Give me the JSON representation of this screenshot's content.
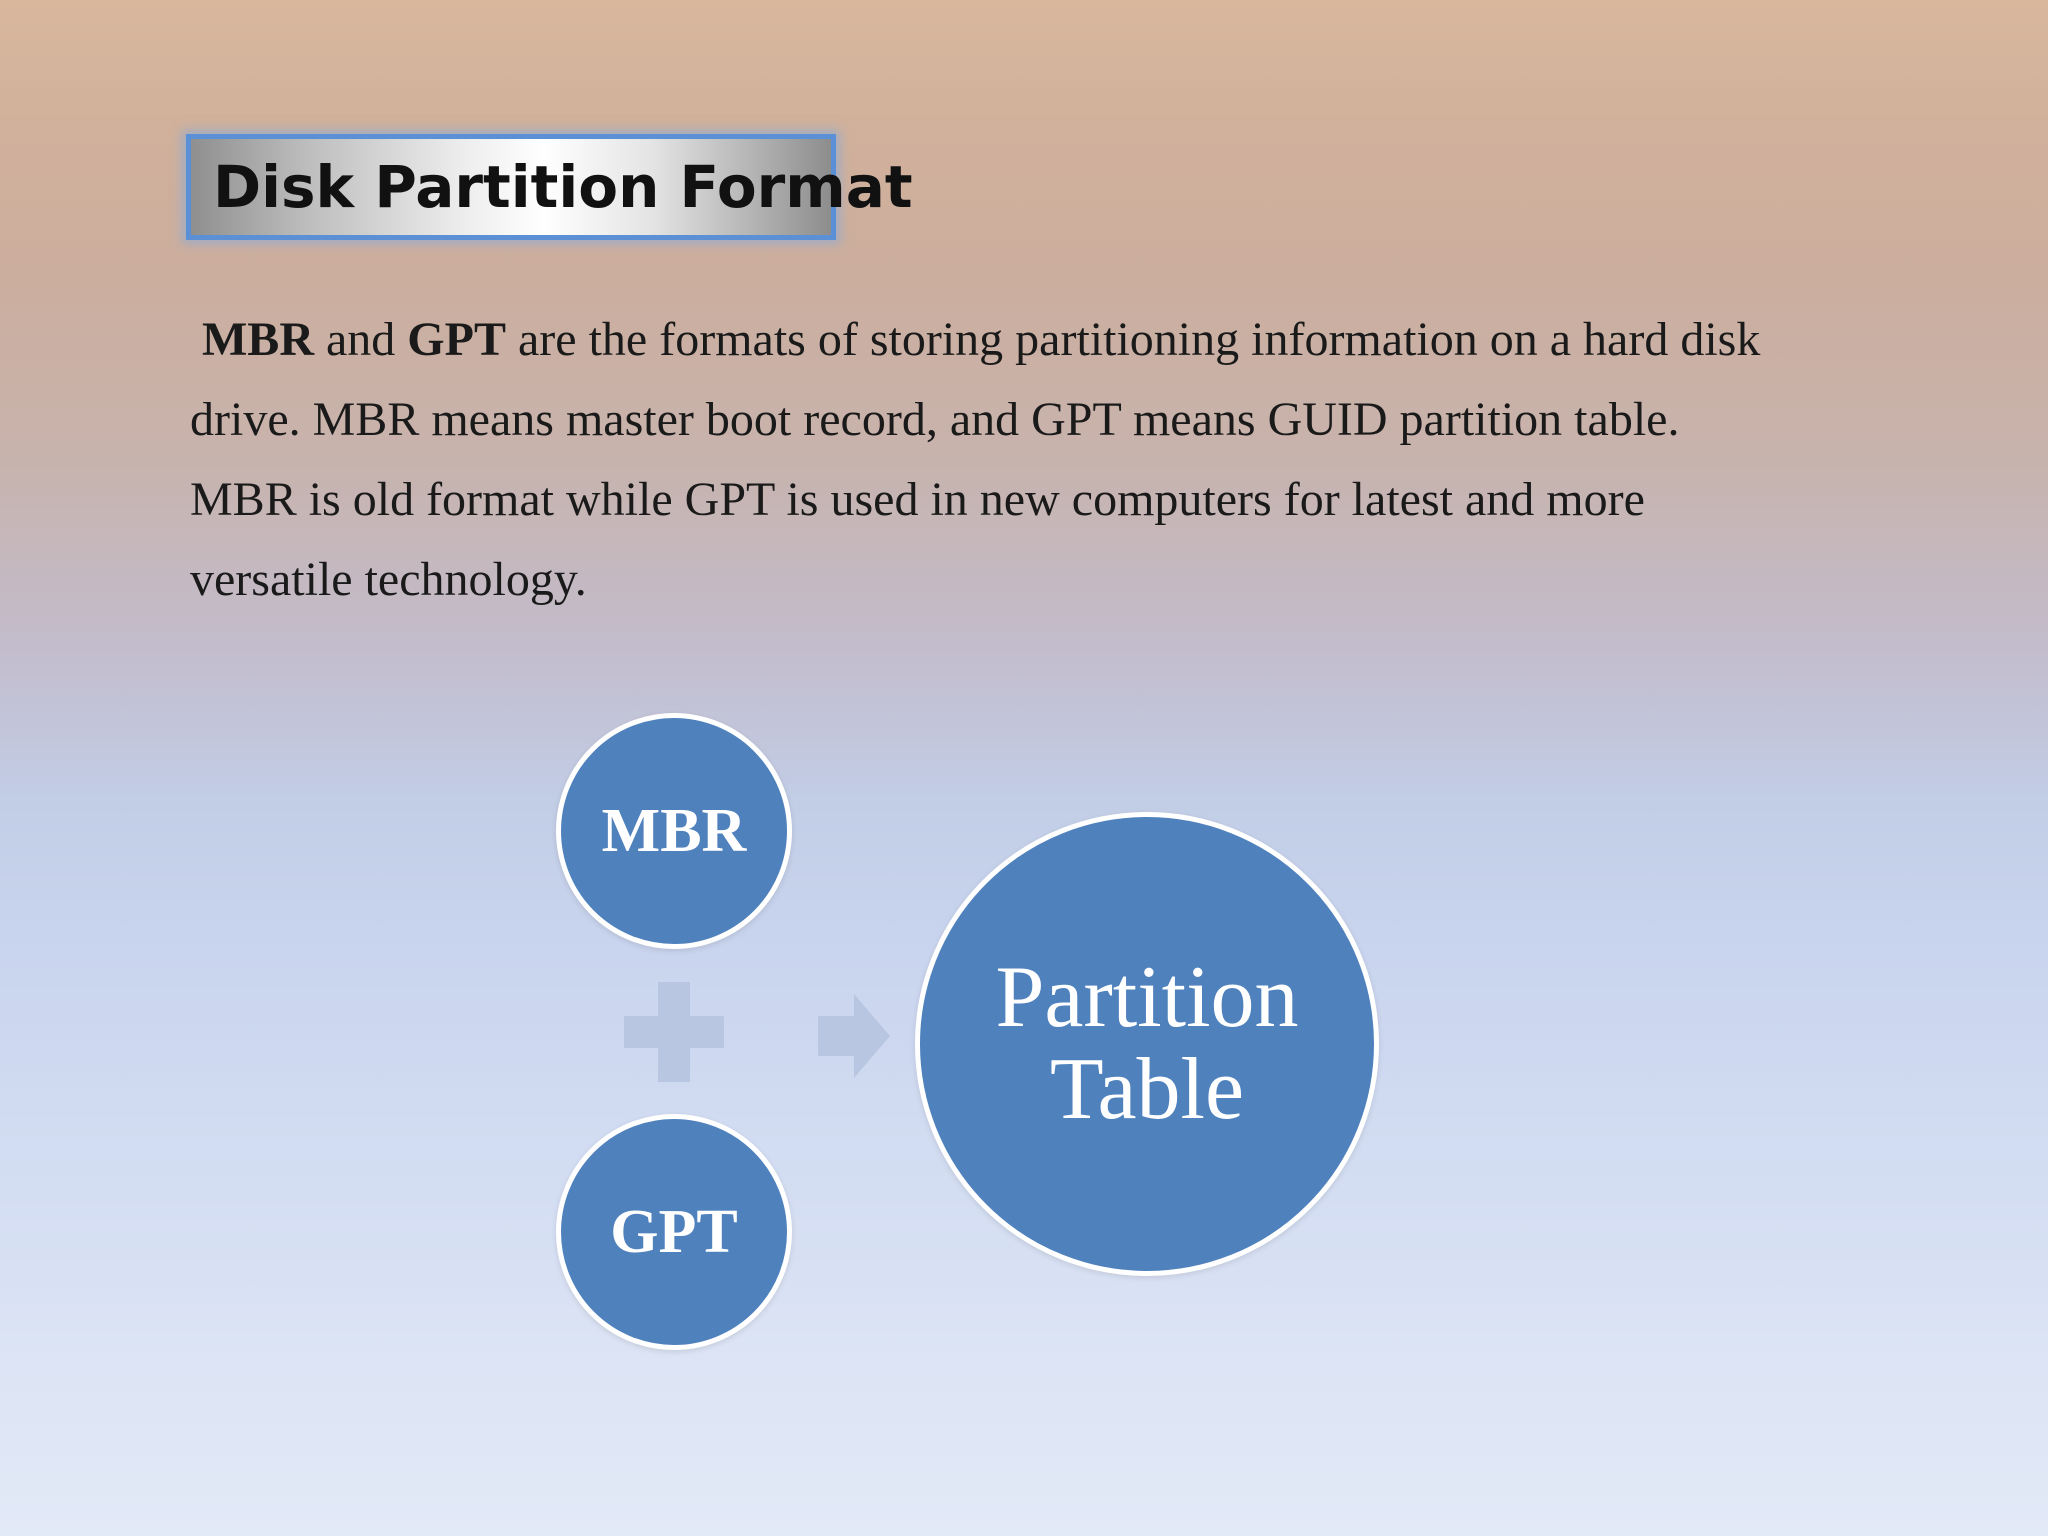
{
  "slide": {
    "title": "Disk Partition Format",
    "paragraph": {
      "term1": "MBR",
      "conj": " and ",
      "term2": "GPT",
      "rest": " are the formats of storing partitioning information on a hard disk drive. MBR means master boot record, and GPT means GUID partition table. MBR is old format while GPT is used in new computers for latest and more versatile technology."
    }
  },
  "diagram": {
    "input_a": "MBR",
    "input_b": "GPT",
    "operator_icon": "plus-icon",
    "arrow_icon": "arrow-right-icon",
    "result_line1": "Partition",
    "result_line2": "Table"
  },
  "colors": {
    "circle_fill": "#4f81bd",
    "circle_border": "#ffffff",
    "title_border": "#5b8fd6",
    "connector": "#b8c6e2"
  }
}
